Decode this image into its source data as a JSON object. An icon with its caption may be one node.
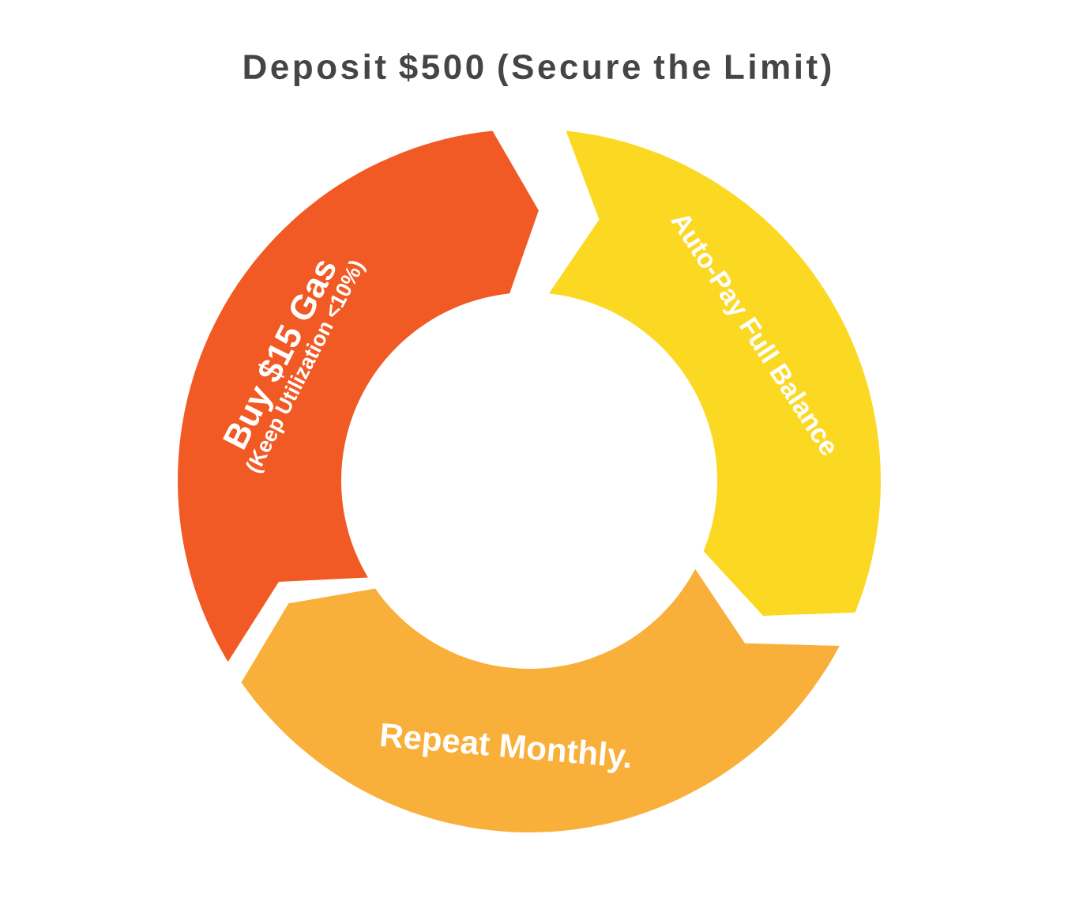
{
  "diagram": {
    "title": "Deposit $500 (Secure the Limit)",
    "nodes": [
      {
        "text": [
          "Buy $15 Gas",
          "(Keep Utilization <10%)"
        ]
      },
      {
        "text": [
          "Auto-Pay Full Balance"
        ]
      },
      {
        "text": [
          "Repeat Monthly."
        ]
      }
    ]
  }
}
